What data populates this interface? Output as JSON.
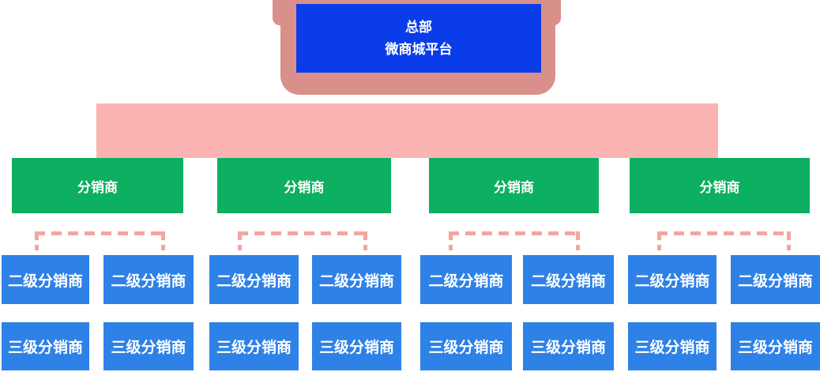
{
  "diagram": {
    "root": {
      "line1": "总部",
      "line2": "微商城平台"
    },
    "level1": [
      {
        "label": "分销商"
      },
      {
        "label": "分销商"
      },
      {
        "label": "分销商"
      },
      {
        "label": "分销商"
      }
    ],
    "level2": [
      {
        "label": "二级分销商"
      },
      {
        "label": "二级分销商"
      },
      {
        "label": "二级分销商"
      },
      {
        "label": "二级分销商"
      },
      {
        "label": "二级分销商"
      },
      {
        "label": "二级分销商"
      },
      {
        "label": "二级分销商"
      },
      {
        "label": "二级分销商"
      }
    ],
    "level3": [
      {
        "label": "三级分销商"
      },
      {
        "label": "三级分销商"
      },
      {
        "label": "三级分销商"
      },
      {
        "label": "三级分销商"
      },
      {
        "label": "三级分销商"
      },
      {
        "label": "三级分销商"
      },
      {
        "label": "三级分销商"
      },
      {
        "label": "三级分销商"
      }
    ]
  },
  "colors": {
    "hq_blue": "#0A3DE9",
    "frame_salmon": "#D9908A",
    "bar_pink": "#FBB4B1",
    "connector_pink": "#F4A6A1",
    "distributor_green": "#0DAF60",
    "sub_distributor_blue": "#2E81E6"
  }
}
